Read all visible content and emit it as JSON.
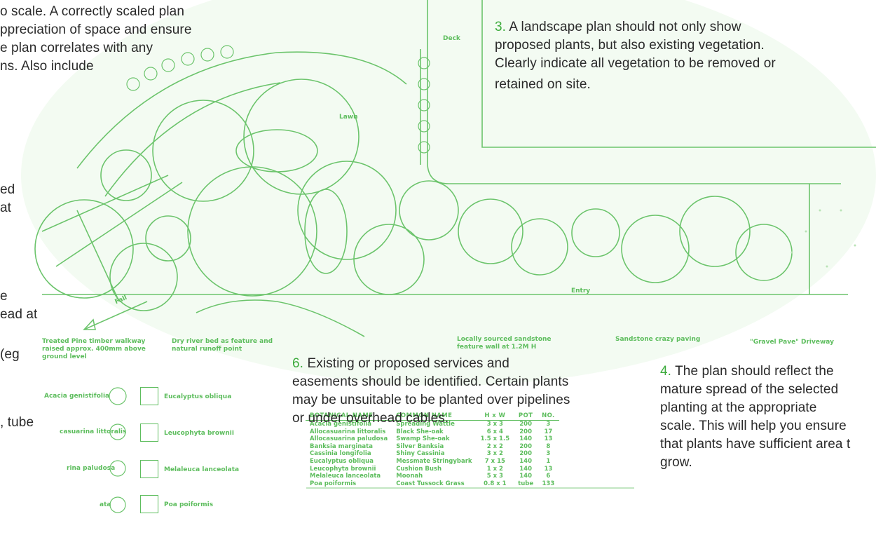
{
  "notes": {
    "n1": {
      "lines": [
        "o scale.  A correctly scaled plan",
        "ppreciation of space and ensure",
        "e plan correlates with any",
        "ns. Also include"
      ]
    },
    "n_partial_left": {
      "lines": [
        "ed",
        "at",
        "e",
        "ead at",
        "(eg",
        ", tube"
      ]
    },
    "n3": {
      "number": "3.",
      "lines": [
        "A landscape plan should not only show",
        "proposed plants, but also existing vegetation.",
        "Clearly indicate all vegetation to be removed or",
        "retained on site."
      ]
    },
    "n4": {
      "number": "4.",
      "lines": [
        "The plan should reflect the",
        "mature spread of the selected",
        "planting at the appropriate",
        "scale. This will help you ensure",
        "that plants have sufficient area t",
        "grow."
      ]
    },
    "n6": {
      "number": "6.",
      "lines": [
        "Existing or proposed services and",
        "easements should be identified. Certain plants",
        "may be unsuitable to be planted over pipelines",
        "or under overhead cables."
      ]
    }
  },
  "plan_labels": {
    "deck": "Deck",
    "lawn": "Lawn",
    "entry": "Entry",
    "fall": "Fall",
    "walkway": "Treated Pine timber walkway raised approx. 400mm above ground level",
    "river_bed": "Dry river bed as feature and natural runoff point",
    "sandstone_wall": "Locally sourced sandstone feature wall at 1.2M H",
    "crazy_paving": "Sandstone crazy paving",
    "driveway": "\"Gravel Pave\" Driveway"
  },
  "legend": {
    "left_col": [
      "Acacia genistifolia",
      "casuarina littoralis",
      "rina paludosa",
      "ata"
    ],
    "right_col": [
      "Eucalyptus obliqua",
      "Leucophyta brownii",
      "Melaleuca lanceolata",
      "Poa poiformis"
    ]
  },
  "plant_table": {
    "headers": [
      "BOTANICAL NAME",
      "COMMON NAME",
      "H x W",
      "POT",
      "NO."
    ],
    "rows": [
      [
        "Acacia genistifolia",
        "Spreading Wattle",
        "3 x 3",
        "200",
        "3"
      ],
      [
        "Allocasuarina littoralis",
        "Black She-oak",
        "6 x 4",
        "200",
        "17"
      ],
      [
        "Allocasuarina paludosa",
        "Swamp She-oak",
        "1.5 x 1.5",
        "140",
        "13"
      ],
      [
        "Banksia marginata",
        "Silver Banksia",
        "2 x 2",
        "200",
        "8"
      ],
      [
        "Cassinia longifolia",
        "Shiny Cassinia",
        "3 x 2",
        "200",
        "3"
      ],
      [
        "Eucalyptus obliqua",
        "Messmate Stringybark",
        "7 x 15",
        "140",
        "1"
      ],
      [
        "Leucophyta brownii",
        "Cushion Bush",
        "1 x 2",
        "140",
        "13"
      ],
      [
        "Melaleuca lanceolata",
        "Moonah",
        "5 x 3",
        "140",
        "6"
      ],
      [
        "Poa poiformis",
        "Coast Tussock Grass",
        "0.8 x 1",
        "tube",
        "133"
      ]
    ]
  },
  "colors": {
    "accent": "#3cab3c",
    "plan_green": "#5dbd5d"
  }
}
